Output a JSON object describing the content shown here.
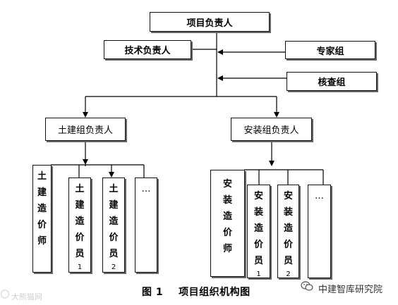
{
  "diagram": {
    "top": "项目负责人",
    "tech_lead": "技术负责人",
    "expert_group": "专家组",
    "audit_group": "核查组",
    "civil_lead": "土建组负责人",
    "install_lead": "安装组负责人",
    "civil_cost_engineer": [
      "土",
      "建",
      "造",
      "价",
      "师"
    ],
    "civil_estimator_1": [
      "土",
      "建",
      "造",
      "价",
      "员"
    ],
    "civil_estimator_1_num": "1",
    "civil_estimator_2": [
      "土",
      "建",
      "造",
      "价",
      "员"
    ],
    "civil_estimator_2_num": "2",
    "civil_estimator_2_num_clipped": "2",
    "civil_more": "…",
    "install_cost_engineer": [
      "安",
      "装",
      "造",
      "价",
      "师"
    ],
    "install_estimator_1": [
      "安",
      "装",
      "造",
      "价",
      "员"
    ],
    "install_estimator_1_num": "1",
    "install_estimator_2": [
      "安",
      "装",
      "造",
      "价",
      "员"
    ],
    "install_estimator_2_num": "2",
    "install_estimator_2_num_clipped": "2",
    "install_more": "…"
  },
  "caption": {
    "label": "图 1",
    "title": "项目组织机构图"
  },
  "watermarks": {
    "left": "大熊猫网",
    "right": "中建智库研究院"
  }
}
